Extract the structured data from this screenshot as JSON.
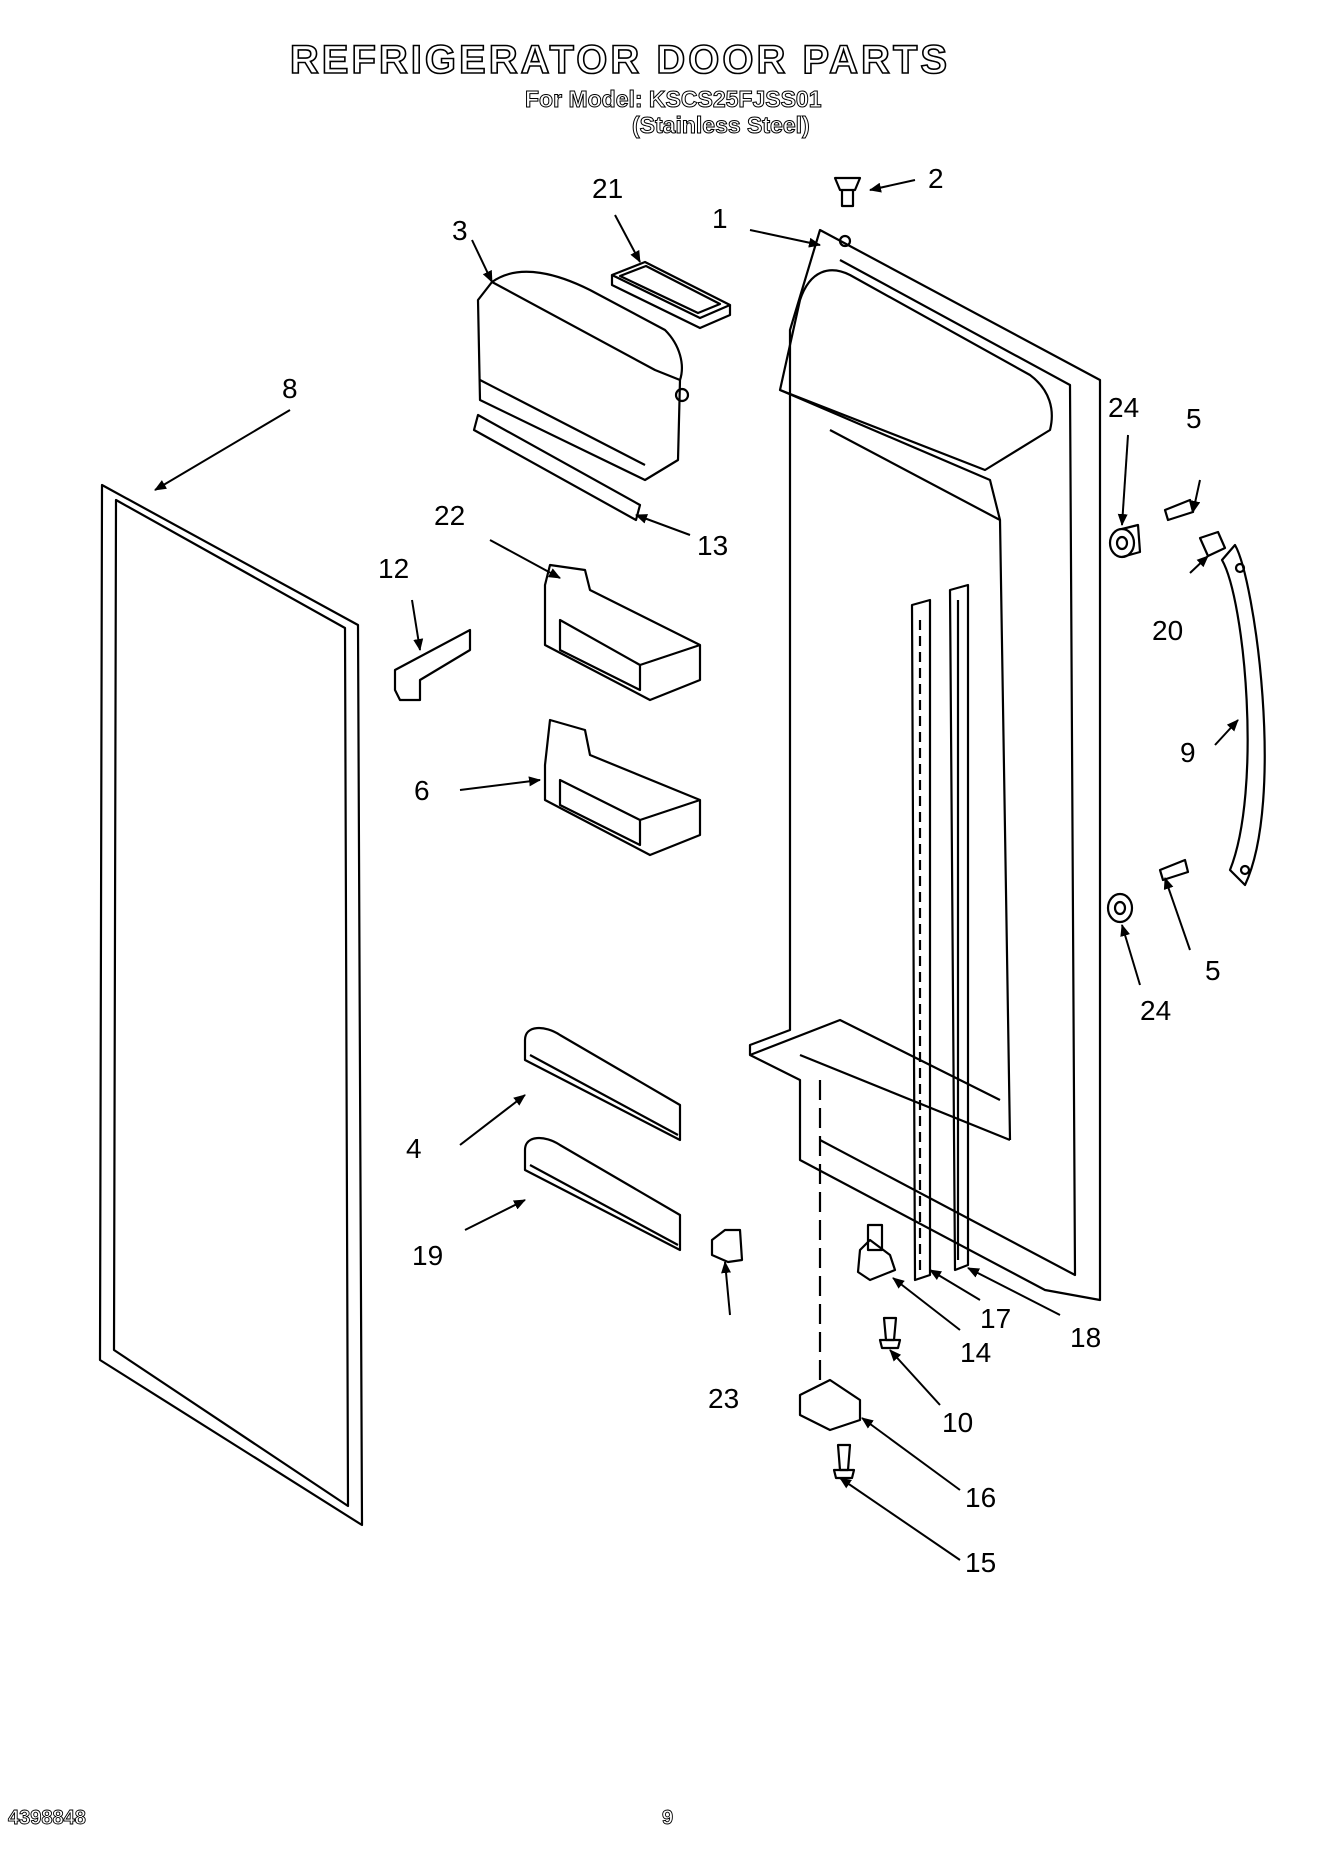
{
  "title": "REFRIGERATOR DOOR PARTS",
  "model_line": "For Model: KSCS25FJSS01",
  "variant_line": "(Stainless Steel)",
  "footer": {
    "doc_number": "4398848",
    "page_number": "9"
  },
  "callouts": [
    "1",
    "2",
    "3",
    "4",
    "5",
    "5",
    "6",
    "8",
    "9",
    "10",
    "12",
    "13",
    "14",
    "15",
    "16",
    "17",
    "18",
    "19",
    "20",
    "21",
    "22",
    "23",
    "24",
    "24"
  ]
}
